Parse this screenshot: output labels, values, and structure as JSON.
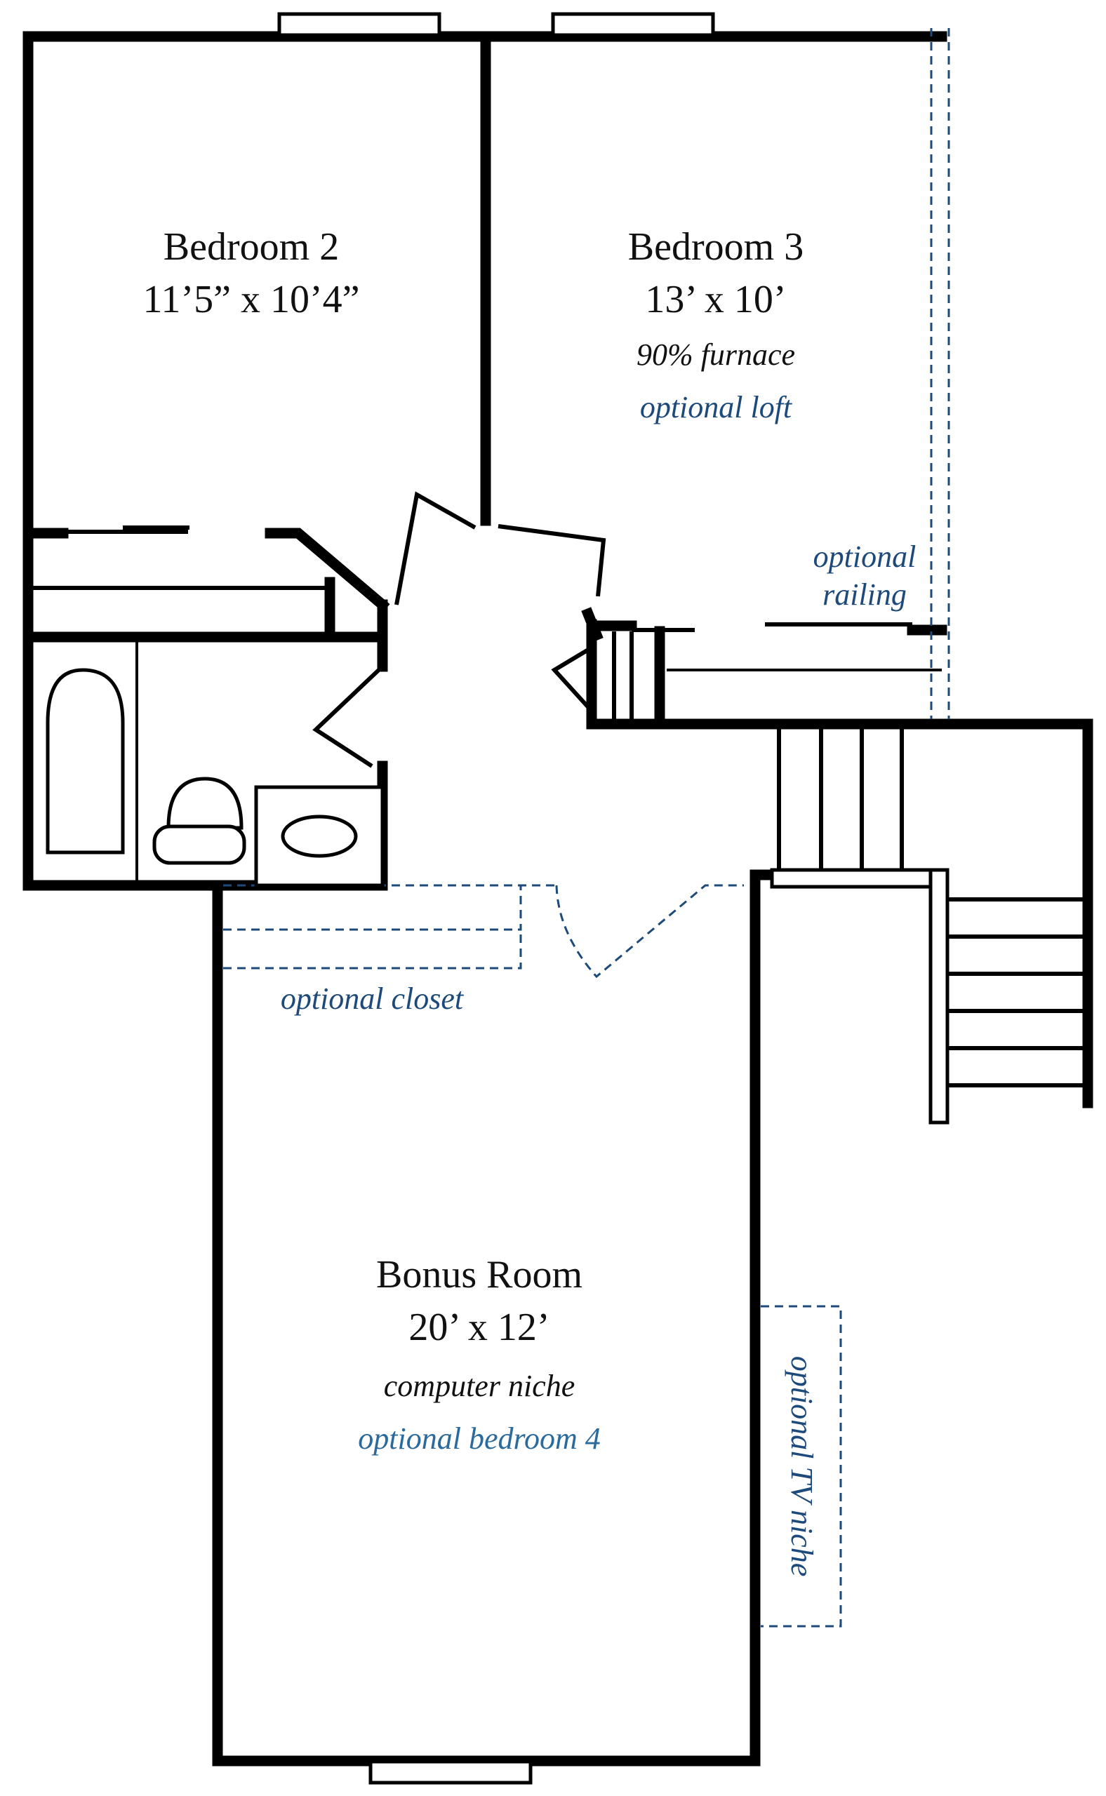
{
  "rooms": {
    "bedroom2": {
      "name": "Bedroom 2",
      "size": "11’5” x 10’4”"
    },
    "bedroom3": {
      "name": "Bedroom 3",
      "size": "13’ x 10’",
      "note": "90% furnace",
      "option": "optional loft"
    },
    "bonus": {
      "name": "Bonus Room",
      "size": "20’ x 12’",
      "note": "computer niche",
      "option": "optional bedroom 4"
    }
  },
  "options": {
    "railing_line1": "optional",
    "railing_line2": "railing",
    "closet": "optional closet",
    "tv_niche": "optional TV niche"
  },
  "colors": {
    "wall": "#000000",
    "optional": "#1d4a7a"
  }
}
